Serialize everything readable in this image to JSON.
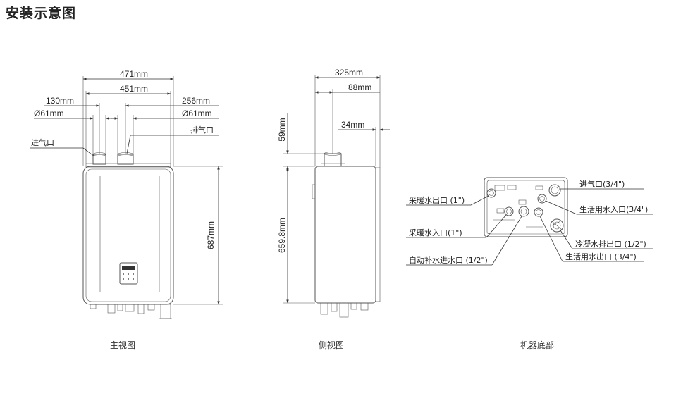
{
  "title": "安装示意图",
  "front": {
    "caption": "主视图",
    "dims": {
      "width_total": "471mm",
      "width_inner": "451mm",
      "left_offset": "130mm",
      "right_offset": "256mm",
      "dia_left": "Ø61mm",
      "dia_right": "Ø61mm",
      "height": "687mm"
    },
    "labels": {
      "exhaust": "排气口",
      "intake": "进气口"
    }
  },
  "side": {
    "caption": "侧视图",
    "dims": {
      "depth_total": "325mm",
      "depth_offset": "88mm",
      "back_gap": "34mm",
      "top_height": "59mm",
      "body_height": "659.8mm"
    }
  },
  "bottom": {
    "caption": "机器底部",
    "labels_left": [
      "采暖水出口 (1\")",
      "采暖水入口(1\")",
      "自动补水进水口 (1/2\")"
    ],
    "labels_right": [
      "进气口(3/4\")",
      "生活用水入口(3/4\")",
      "冷凝水排出口 (1/2\")",
      "生活用水出口 (3/4\")"
    ]
  }
}
